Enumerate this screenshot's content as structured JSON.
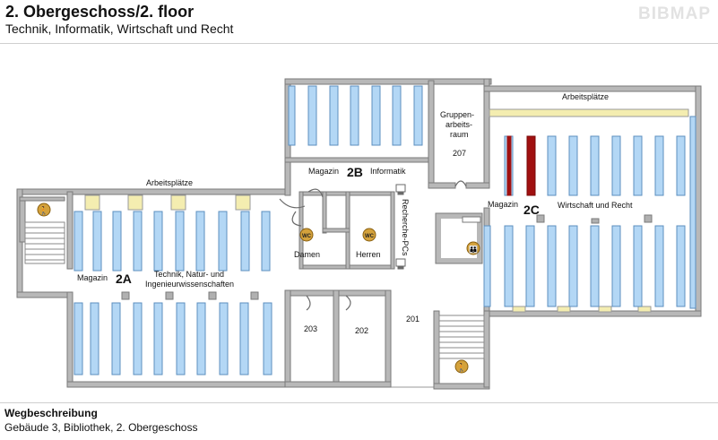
{
  "header": {
    "title": "2. Obergeschoss/2. floor",
    "subtitle": "Technik, Informatik, Wirtschaft und Recht",
    "brand": "BIBMAP"
  },
  "map": {
    "labels": {
      "arbeitsplaetze_left": "Arbeitsplätze",
      "arbeitsplaetze_right": "Arbeitsplätze",
      "magazin_2a": "Magazin",
      "zone_2a": "2A",
      "zone_2a_topic_line1": "Technik, Natur- und",
      "zone_2a_topic_line2": "Ingenieurwissenschaften",
      "magazin_2b": "Magazin",
      "zone_2b": "2B",
      "zone_2b_topic": "Informatik",
      "gruppen_line1": "Gruppen-",
      "gruppen_line2": "arbeits-",
      "gruppen_line3": "raum",
      "room_207": "207",
      "magazin_2c": "Magazin",
      "zone_2c": "2C",
      "zone_2c_topic": "Wirtschaft und Recht",
      "damen": "Damen",
      "herren": "Herren",
      "wc_left": "WC",
      "wc_right": "WC",
      "recherche_pcs": "Recherche-PCs",
      "room_203": "203",
      "room_202": "202",
      "room_201": "201"
    },
    "colors": {
      "wall": "#9a9a9a",
      "shelf": "#b3d7f5",
      "shelf_magazine": "#a01010",
      "workplace": "#f4edb0",
      "icon": "#d4a23c"
    },
    "icons": {
      "elevator_top_left": "elevator-icon",
      "elevator_bottom_right": "elevator-icon",
      "family_room": "family-icon",
      "wc": "wc-icon",
      "computer": "computer-icon"
    }
  },
  "footer": {
    "heading": "Wegbeschreibung",
    "text": "Gebäude 3, Bibliothek, 2. Obergeschoss"
  }
}
